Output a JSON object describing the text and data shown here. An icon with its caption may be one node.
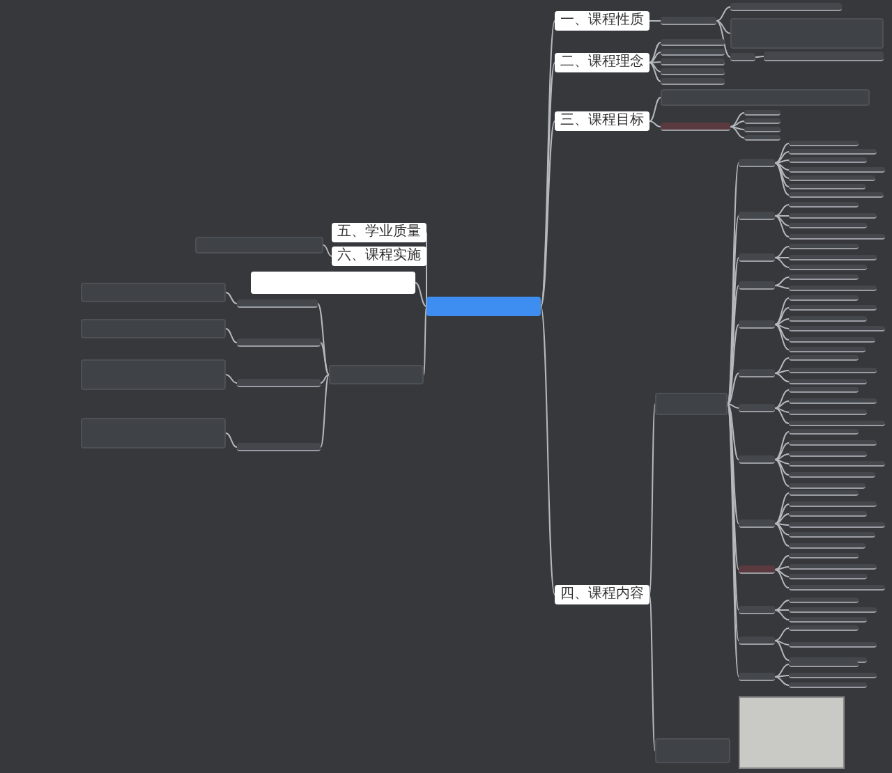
{
  "diagram": {
    "nodes": [
      {
        "text": [],
        "shape": "box"
      },
      {
        "text": [
          "一、课程性质"
        ]
      },
      {
        "text": [
          "二、课程理念"
        ]
      },
      {
        "text": [
          "三、课程目标"
        ]
      },
      {
        "text": [
          "四、课程内容"
        ]
      },
      {
        "text": [
          "五、学业质量"
        ]
      },
      {
        "text": [
          "六、课程实施"
        ]
      },
      {
        "text": [],
        "shape": "box"
      },
      {
        "text": [],
        "shape": "box"
      },
      {
        "text": [],
        "shape": "bar"
      },
      {
        "text": [],
        "shape": "bar"
      },
      {
        "text": [],
        "shape": "box"
      },
      {
        "text": [],
        "shape": "bar"
      },
      {
        "text": [],
        "shape": "bar"
      },
      {
        "text": [],
        "shape": "bar"
      },
      {
        "text": [],
        "shape": "bar"
      },
      {
        "text": [],
        "shape": "bar"
      },
      {
        "text": [],
        "shape": "bar"
      },
      {
        "text": [],
        "shape": "bar"
      },
      {
        "text": [],
        "shape": "box"
      },
      {
        "text": [],
        "shape": "bar"
      },
      {
        "text": [],
        "shape": "bar"
      },
      {
        "text": [],
        "shape": "bar"
      },
      {
        "text": [],
        "shape": "bar"
      },
      {
        "text": [],
        "shape": "bar"
      },
      {
        "text": [],
        "shape": "box"
      },
      {
        "text": [],
        "shape": "box"
      },
      {
        "text": [],
        "shape": "bar"
      },
      {
        "text": [],
        "shape": "bar"
      },
      {
        "text": [],
        "shape": "bar"
      },
      {
        "text": [],
        "shape": "bar"
      },
      {
        "text": [],
        "shape": "bar"
      },
      {
        "text": [],
        "shape": "bar"
      },
      {
        "text": [],
        "shape": "bar"
      },
      {
        "text": [],
        "shape": "bar"
      },
      {
        "text": [],
        "shape": "bar"
      },
      {
        "text": [],
        "shape": "bar"
      },
      {
        "text": [],
        "shape": "bar"
      },
      {
        "text": [],
        "shape": "bar"
      },
      {
        "text": [],
        "shape": "bar"
      },
      {
        "text": [],
        "shape": "bar"
      },
      {
        "text": [],
        "shape": "bar"
      },
      {
        "text": [],
        "shape": "bar"
      },
      {
        "text": [],
        "shape": "bar"
      },
      {
        "text": [],
        "shape": "bar"
      },
      {
        "text": [],
        "shape": "bar"
      },
      {
        "text": [],
        "shape": "bar"
      },
      {
        "text": [],
        "shape": "bar"
      },
      {
        "text": [],
        "shape": "bar"
      },
      {
        "text": [],
        "shape": "bar"
      },
      {
        "text": [],
        "shape": "bar"
      },
      {
        "text": [],
        "shape": "bar"
      },
      {
        "text": [],
        "shape": "bar"
      },
      {
        "text": [],
        "shape": "bar"
      },
      {
        "text": [],
        "shape": "bar"
      },
      {
        "text": [],
        "shape": "bar"
      },
      {
        "text": [],
        "shape": "bar"
      },
      {
        "text": [],
        "shape": "bar"
      },
      {
        "text": [],
        "shape": "bar"
      },
      {
        "text": [],
        "shape": "bar"
      },
      {
        "text": [],
        "shape": "bar"
      },
      {
        "text": [],
        "shape": "bar"
      },
      {
        "text": [],
        "shape": "bar"
      },
      {
        "text": [],
        "shape": "bar"
      },
      {
        "text": [],
        "shape": "bar"
      },
      {
        "text": [],
        "shape": "bar"
      },
      {
        "text": [],
        "shape": "bar"
      },
      {
        "text": [],
        "shape": "bar"
      },
      {
        "text": [],
        "shape": "bar"
      },
      {
        "text": [],
        "shape": "bar"
      },
      {
        "text": [],
        "shape": "bar"
      },
      {
        "text": [],
        "shape": "bar"
      },
      {
        "text": [],
        "shape": "bar"
      },
      {
        "text": [],
        "shape": "bar"
      },
      {
        "text": [],
        "shape": "bar"
      },
      {
        "text": [],
        "shape": "bar"
      },
      {
        "text": [],
        "shape": "bar"
      },
      {
        "text": [],
        "shape": "bar"
      },
      {
        "text": [],
        "shape": "bar"
      },
      {
        "text": [],
        "shape": "bar"
      },
      {
        "text": [],
        "shape": "bar"
      },
      {
        "text": [],
        "shape": "bar"
      },
      {
        "text": [],
        "shape": "bar"
      },
      {
        "text": [],
        "shape": "bar"
      },
      {
        "text": [],
        "shape": "bar"
      },
      {
        "text": [],
        "shape": "bar"
      },
      {
        "text": [],
        "shape": "bar"
      },
      {
        "text": [],
        "shape": "bar"
      },
      {
        "text": [],
        "shape": "bar"
      },
      {
        "text": [],
        "shape": "bar"
      },
      {
        "text": [],
        "shape": "bar"
      },
      {
        "text": [],
        "shape": "bar"
      },
      {
        "text": [],
        "shape": "bar"
      },
      {
        "text": [],
        "shape": "bar"
      },
      {
        "text": [],
        "shape": "bar"
      },
      {
        "text": [],
        "shape": "bar"
      },
      {
        "text": [],
        "shape": "bar"
      },
      {
        "text": [],
        "shape": "bar"
      },
      {
        "text": [],
        "shape": "box"
      },
      {
        "text": [],
        "shape": "box"
      },
      {
        "text": [],
        "shape": "box"
      },
      {
        "text": [],
        "shape": "box"
      },
      {
        "text": [],
        "shape": "box"
      }
    ],
    "edges": [
      {
        "from": 0,
        "to": 1,
        "arrow": "none"
      },
      {
        "from": 0,
        "to": 2,
        "arrow": "none"
      },
      {
        "from": 0,
        "to": 3,
        "arrow": "none"
      },
      {
        "from": 0,
        "to": 4,
        "arrow": "none"
      },
      {
        "from": 0,
        "to": 5,
        "arrow": "none"
      },
      {
        "from": 0,
        "to": 6,
        "arrow": "none"
      },
      {
        "from": 0,
        "to": 7,
        "arrow": "none"
      },
      {
        "from": 0,
        "to": 8,
        "arrow": "none"
      },
      {
        "from": 1,
        "to": 9,
        "arrow": "none"
      },
      {
        "from": 9,
        "to": 10,
        "arrow": "none"
      },
      {
        "from": 9,
        "to": 11,
        "arrow": "none"
      },
      {
        "from": 9,
        "to": 12,
        "arrow": "none"
      },
      {
        "from": 12,
        "to": 13,
        "arrow": "none"
      },
      {
        "from": 2,
        "to": 14,
        "arrow": "none"
      },
      {
        "from": 2,
        "to": 15,
        "arrow": "none"
      },
      {
        "from": 2,
        "to": 16,
        "arrow": "none"
      },
      {
        "from": 2,
        "to": 17,
        "arrow": "none"
      },
      {
        "from": 2,
        "to": 18,
        "arrow": "none"
      },
      {
        "from": 3,
        "to": 19,
        "arrow": "none"
      },
      {
        "from": 3,
        "to": 20,
        "arrow": "none"
      },
      {
        "from": 20,
        "to": 21,
        "arrow": "none"
      },
      {
        "from": 20,
        "to": 22,
        "arrow": "none"
      },
      {
        "from": 20,
        "to": 23,
        "arrow": "none"
      },
      {
        "from": 20,
        "to": 24,
        "arrow": "none"
      },
      {
        "from": 4,
        "to": 25,
        "arrow": "none"
      },
      {
        "from": 4,
        "to": 26,
        "arrow": "none"
      },
      {
        "from": 25,
        "to": 27,
        "arrow": "none"
      },
      {
        "from": 25,
        "to": 28,
        "arrow": "none"
      },
      {
        "from": 25,
        "to": 29,
        "arrow": "none"
      },
      {
        "from": 25,
        "to": 30,
        "arrow": "none"
      },
      {
        "from": 25,
        "to": 31,
        "arrow": "none"
      },
      {
        "from": 25,
        "to": 32,
        "arrow": "none"
      },
      {
        "from": 25,
        "to": 33,
        "arrow": "none"
      },
      {
        "from": 25,
        "to": 34,
        "arrow": "none"
      },
      {
        "from": 25,
        "to": 35,
        "arrow": "none"
      },
      {
        "from": 25,
        "to": 36,
        "arrow": "none"
      },
      {
        "from": 25,
        "to": 37,
        "arrow": "none"
      },
      {
        "from": 25,
        "to": 38,
        "arrow": "none"
      },
      {
        "from": 25,
        "to": 39,
        "arrow": "none"
      },
      {
        "from": 27,
        "to": 40,
        "arrow": "none"
      },
      {
        "from": 27,
        "to": 41,
        "arrow": "none"
      },
      {
        "from": 27,
        "to": 42,
        "arrow": "none"
      },
      {
        "from": 27,
        "to": 43,
        "arrow": "none"
      },
      {
        "from": 27,
        "to": 44,
        "arrow": "none"
      },
      {
        "from": 27,
        "to": 45,
        "arrow": "none"
      },
      {
        "from": 27,
        "to": 46,
        "arrow": "none"
      },
      {
        "from": 28,
        "to": 47,
        "arrow": "none"
      },
      {
        "from": 28,
        "to": 48,
        "arrow": "none"
      },
      {
        "from": 28,
        "to": 49,
        "arrow": "none"
      },
      {
        "from": 28,
        "to": 50,
        "arrow": "none"
      },
      {
        "from": 29,
        "to": 51,
        "arrow": "none"
      },
      {
        "from": 29,
        "to": 52,
        "arrow": "none"
      },
      {
        "from": 29,
        "to": 53,
        "arrow": "none"
      },
      {
        "from": 30,
        "to": 54,
        "arrow": "none"
      },
      {
        "from": 30,
        "to": 55,
        "arrow": "none"
      },
      {
        "from": 31,
        "to": 56,
        "arrow": "none"
      },
      {
        "from": 31,
        "to": 57,
        "arrow": "none"
      },
      {
        "from": 31,
        "to": 58,
        "arrow": "none"
      },
      {
        "from": 31,
        "to": 59,
        "arrow": "none"
      },
      {
        "from": 31,
        "to": 60,
        "arrow": "none"
      },
      {
        "from": 31,
        "to": 61,
        "arrow": "none"
      },
      {
        "from": 32,
        "to": 62,
        "arrow": "none"
      },
      {
        "from": 32,
        "to": 63,
        "arrow": "none"
      },
      {
        "from": 32,
        "to": 64,
        "arrow": "none"
      },
      {
        "from": 33,
        "to": 65,
        "arrow": "none"
      },
      {
        "from": 33,
        "to": 66,
        "arrow": "none"
      },
      {
        "from": 33,
        "to": 67,
        "arrow": "none"
      },
      {
        "from": 33,
        "to": 68,
        "arrow": "none"
      },
      {
        "from": 34,
        "to": 69,
        "arrow": "none"
      },
      {
        "from": 34,
        "to": 70,
        "arrow": "none"
      },
      {
        "from": 34,
        "to": 71,
        "arrow": "none"
      },
      {
        "from": 34,
        "to": 72,
        "arrow": "none"
      },
      {
        "from": 34,
        "to": 73,
        "arrow": "none"
      },
      {
        "from": 34,
        "to": 74,
        "arrow": "none"
      },
      {
        "from": 35,
        "to": 75,
        "arrow": "none"
      },
      {
        "from": 35,
        "to": 76,
        "arrow": "none"
      },
      {
        "from": 35,
        "to": 77,
        "arrow": "none"
      },
      {
        "from": 35,
        "to": 78,
        "arrow": "none"
      },
      {
        "from": 35,
        "to": 79,
        "arrow": "none"
      },
      {
        "from": 35,
        "to": 80,
        "arrow": "none"
      },
      {
        "from": 36,
        "to": 81,
        "arrow": "none"
      },
      {
        "from": 36,
        "to": 82,
        "arrow": "none"
      },
      {
        "from": 36,
        "to": 83,
        "arrow": "none"
      },
      {
        "from": 36,
        "to": 84,
        "arrow": "none"
      },
      {
        "from": 37,
        "to": 85,
        "arrow": "none"
      },
      {
        "from": 37,
        "to": 86,
        "arrow": "none"
      },
      {
        "from": 37,
        "to": 87,
        "arrow": "none"
      },
      {
        "from": 38,
        "to": 88,
        "arrow": "none"
      },
      {
        "from": 38,
        "to": 89,
        "arrow": "none"
      },
      {
        "from": 38,
        "to": 90,
        "arrow": "none"
      },
      {
        "from": 39,
        "to": 91,
        "arrow": "none"
      },
      {
        "from": 39,
        "to": 92,
        "arrow": "none"
      },
      {
        "from": 39,
        "to": 93,
        "arrow": "none"
      },
      {
        "from": 8,
        "to": 94,
        "arrow": "none"
      },
      {
        "from": 8,
        "to": 95,
        "arrow": "none"
      },
      {
        "from": 8,
        "to": 96,
        "arrow": "none"
      },
      {
        "from": 8,
        "to": 97,
        "arrow": "none"
      },
      {
        "from": 94,
        "to": 98,
        "arrow": "none"
      },
      {
        "from": 95,
        "to": 99,
        "arrow": "none"
      },
      {
        "from": 96,
        "to": 100,
        "arrow": "none"
      },
      {
        "from": 97,
        "to": 101,
        "arrow": "none"
      },
      {
        "from": 6,
        "to": 102,
        "arrow": "none"
      }
    ]
  }
}
